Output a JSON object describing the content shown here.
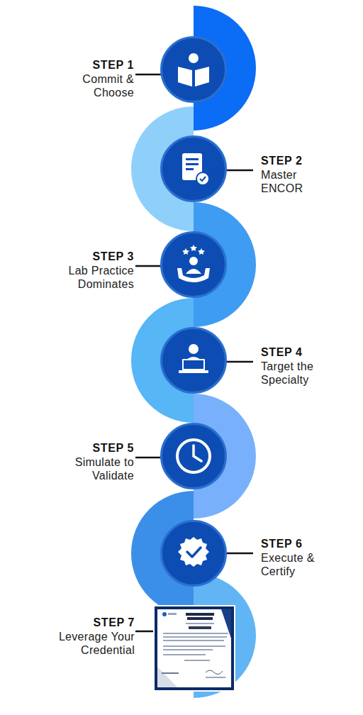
{
  "diagram": {
    "nodes": [
      {
        "text": [
          "STEP 1",
          "Commit & Choose"
        ]
      },
      {
        "text": [
          "STEP 2",
          "Master ENCOR"
        ]
      },
      {
        "text": [
          "STEP 3",
          "Lab Practice Dominates"
        ]
      },
      {
        "text": [
          "STEP 4",
          "Target the Specialty"
        ]
      },
      {
        "text": [
          "STEP 5",
          "Simulate to Validate"
        ]
      },
      {
        "text": [
          "STEP 6",
          "Execute & Certify"
        ]
      },
      {
        "text": [
          "STEP 7",
          "Leverage Your Credential"
        ]
      }
    ]
  }
}
